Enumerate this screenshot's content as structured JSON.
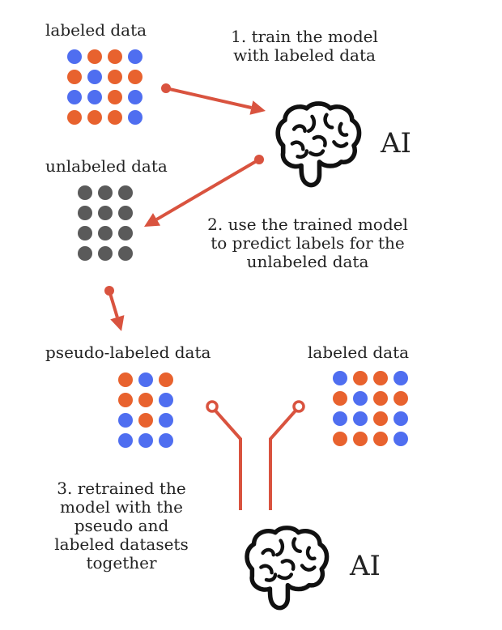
{
  "step1": {
    "lines": [
      "1. train the model",
      "with labeled data"
    ]
  },
  "step2": {
    "lines": [
      "2. use the trained model",
      "to predict labels for the",
      "unlabeled data"
    ]
  },
  "step3": {
    "lines": [
      "3. retrained the",
      "model with the",
      "pseudo and",
      "labeled datasets",
      "together"
    ]
  },
  "labels": {
    "labeled_top": "labeled data",
    "unlabeled": "unlabeled data",
    "pseudo": "pseudo-labeled data",
    "labeled_bottom": "labeled data",
    "ai_top": "AI",
    "ai_bottom": "AI"
  },
  "colors": {
    "blue": "#4f6ef0",
    "orange": "#e8622e",
    "gray": "#5a5a5a",
    "arrow": "#d9533f",
    "brain": "#111111"
  },
  "icons": {
    "brain": "brain-icon"
  },
  "grids": {
    "labeled_top": [
      [
        "blue",
        "orange",
        "orange",
        "blue"
      ],
      [
        "orange",
        "blue",
        "orange",
        "orange"
      ],
      [
        "blue",
        "blue",
        "orange",
        "blue"
      ],
      [
        "orange",
        "orange",
        "orange",
        "blue"
      ]
    ],
    "unlabeled": [
      [
        "gray",
        "gray",
        "gray"
      ],
      [
        "gray",
        "gray",
        "gray"
      ],
      [
        "gray",
        "gray",
        "gray"
      ],
      [
        "gray",
        "gray",
        "gray"
      ]
    ],
    "pseudo": [
      [
        "orange",
        "blue",
        "orange"
      ],
      [
        "orange",
        "orange",
        "blue"
      ],
      [
        "blue",
        "orange",
        "blue"
      ],
      [
        "blue",
        "blue",
        "blue"
      ]
    ],
    "labeled_bottom": [
      [
        "blue",
        "orange",
        "orange",
        "blue"
      ],
      [
        "orange",
        "blue",
        "orange",
        "orange"
      ],
      [
        "blue",
        "blue",
        "orange",
        "blue"
      ],
      [
        "orange",
        "orange",
        "orange",
        "blue"
      ]
    ]
  }
}
